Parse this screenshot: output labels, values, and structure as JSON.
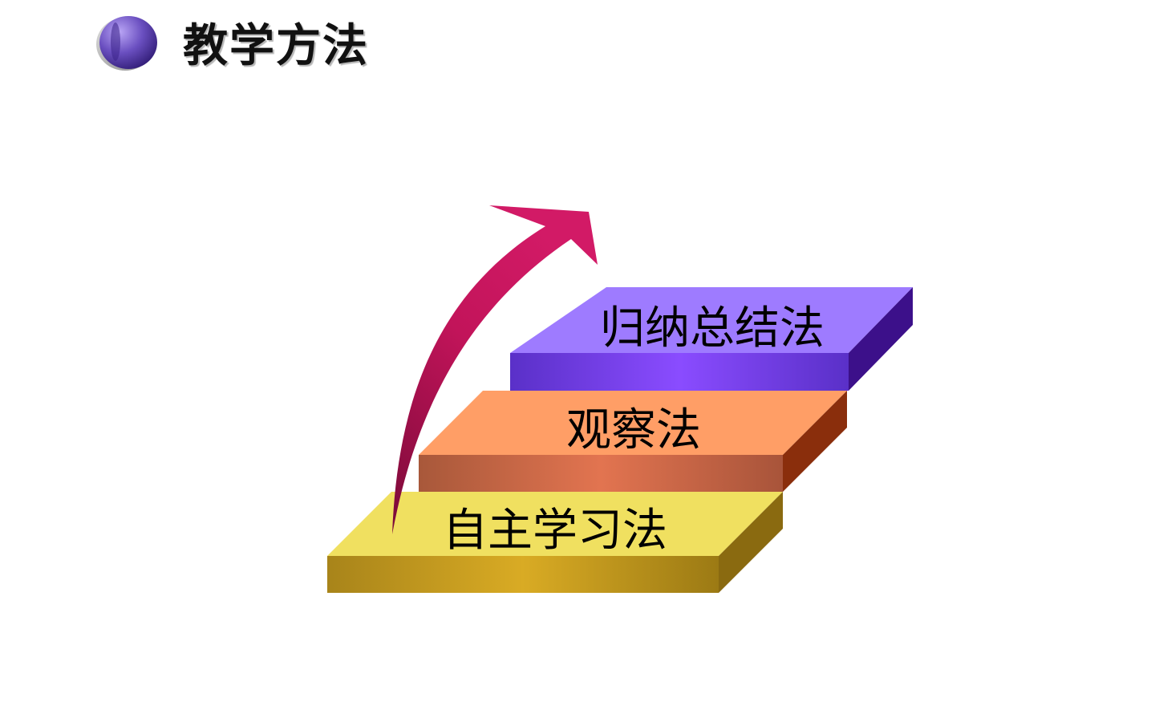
{
  "slide": {
    "title": "教学方法"
  },
  "steps": [
    {
      "label": "自主学习法",
      "top_color": "#f0e060",
      "front_color": "#c9a21c",
      "side_color": "#8a6a10"
    },
    {
      "label": "观察法",
      "top_color": "#ff9e66",
      "front_color": "#d96a44",
      "side_color": "#8a2e0c"
    },
    {
      "label": "归纳总结法",
      "top_color": "#9e7bff",
      "front_color": "#7744ee",
      "side_color": "#3c108a"
    }
  ],
  "accents": {
    "arrow": "#cc1060",
    "orb": "#6a4fc0"
  },
  "icons": {
    "bullet": "sphere-bullet-icon",
    "arrow": "upward-curved-arrow-icon"
  }
}
